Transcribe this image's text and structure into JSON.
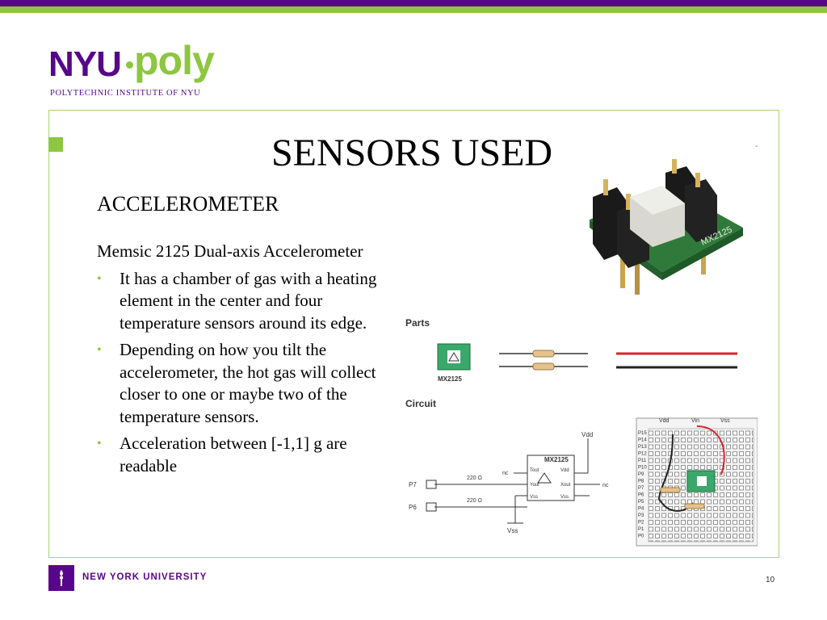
{
  "header": {
    "logo_nyu": "NYU",
    "logo_poly": "poly",
    "logo_subtitle": "POLYTECHNIC INSTITUTE OF NYU"
  },
  "slide": {
    "title": "SENSORS USED",
    "subtitle": "ACCELEROMETER",
    "lead": "Memsic 2125 Dual-axis Accelerometer",
    "bullets": [
      " It has a chamber of gas with a heating element in the center and four temperature sensors around its edge.",
      "Depending on how you tilt the accelerometer, the hot gas will collect closer to one or maybe two of the temperature sensors.",
      "Acceleration between [-1,1] g are readable"
    ],
    "bullet_marker": "•"
  },
  "figure": {
    "chip_marking": "MX2125",
    "parts_label": "Parts",
    "circuit_label": "Circuit",
    "parts_chip_label": "MX2125",
    "schematic": {
      "chip_name": "MX2125",
      "vdd": "Vdd",
      "vss": "Vss",
      "p7": "P7",
      "p6": "P6",
      "res1": "220 Ω",
      "res2": "220 Ω",
      "nc1": "nc",
      "nc2": "nc",
      "pin_tout": "Tout",
      "pin_yout": "Yout",
      "pin_vss": "Vss",
      "pin_vdd": "Vdd",
      "pin_xout": "Xout",
      "pin_vss2": "Vss"
    },
    "breadboard": {
      "vdd": "Vdd",
      "vin": "Vin",
      "vss": "Vss",
      "pins": [
        "P15",
        "P14",
        "P13",
        "P12",
        "P11",
        "P10",
        "P9",
        "P8",
        "P7",
        "P6",
        "P5",
        "P4",
        "P3",
        "P2",
        "P1",
        "P0"
      ]
    }
  },
  "footer": {
    "university": "NEW YORK UNIVERSITY",
    "page_number": "10"
  },
  "colors": {
    "purple": "#57068c",
    "green": "#8dc63f"
  }
}
